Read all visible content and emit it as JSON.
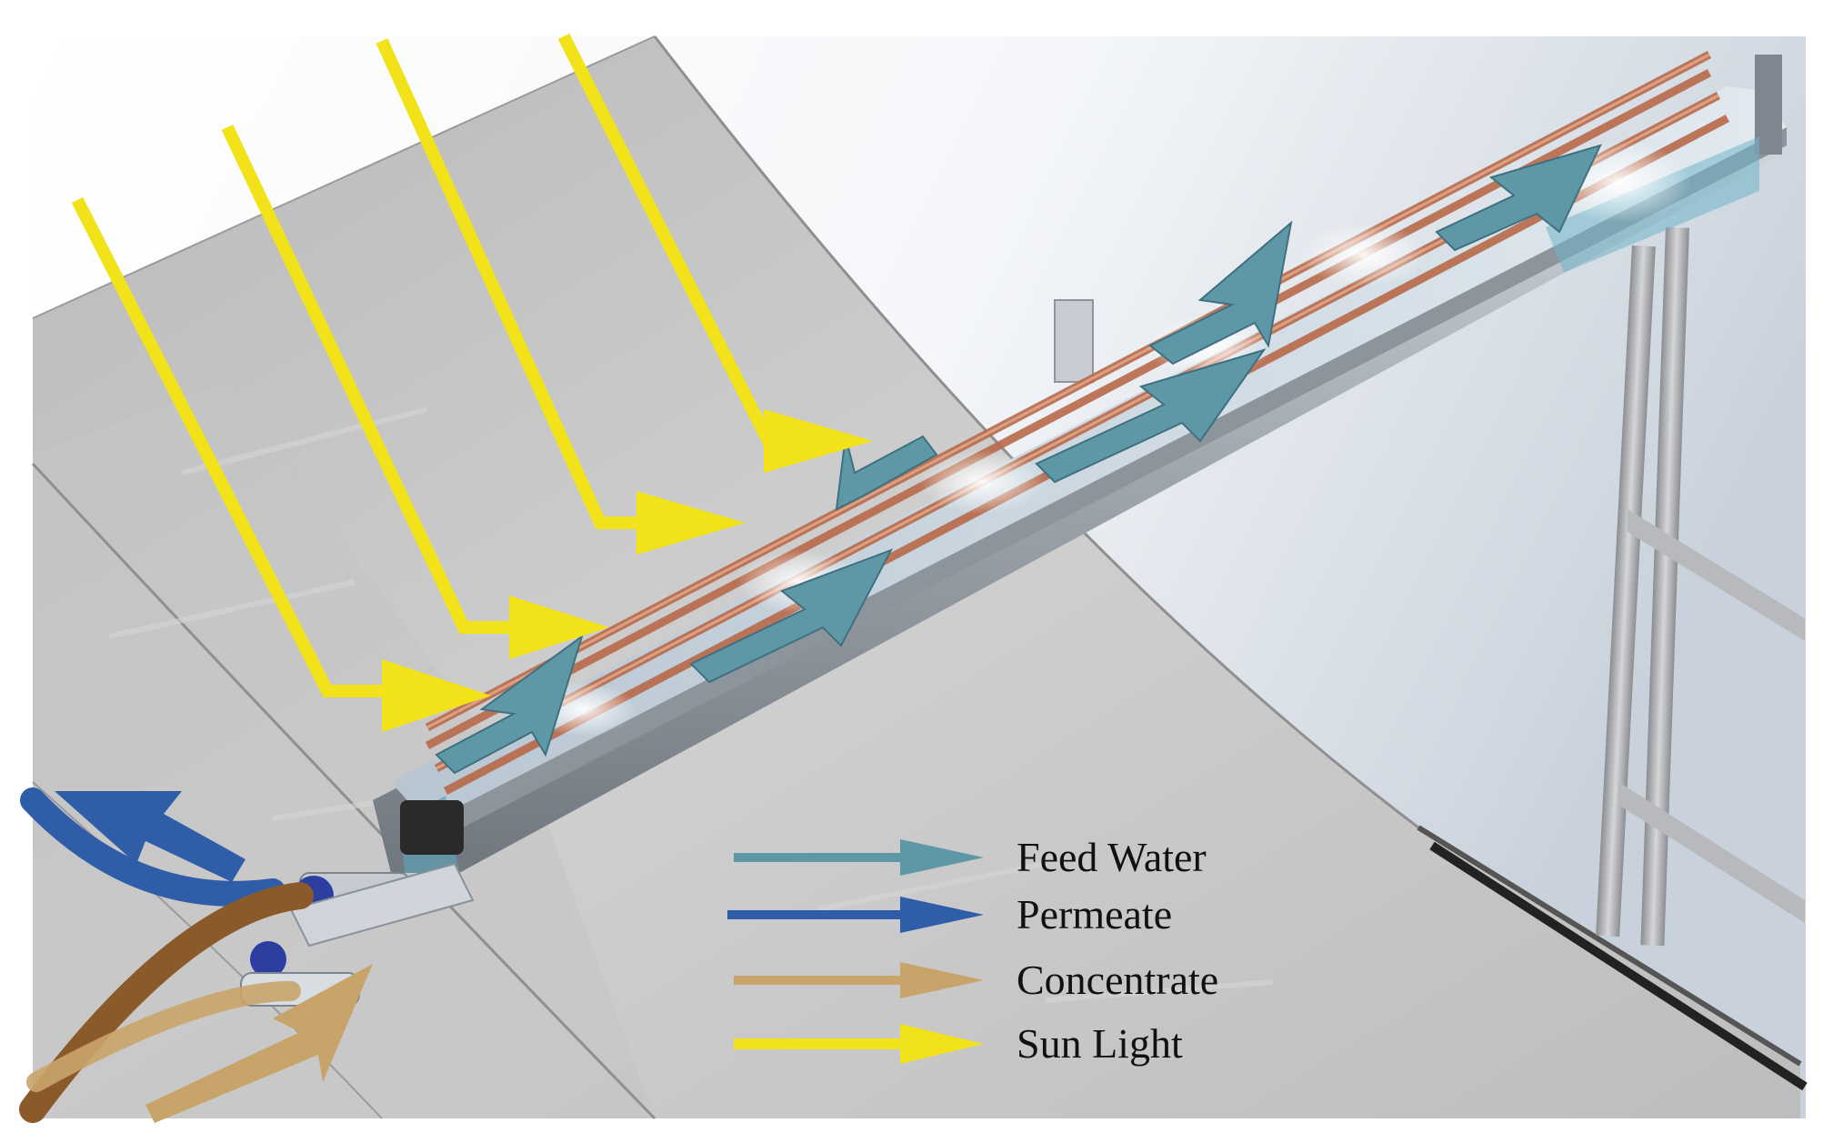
{
  "legend": {
    "items": [
      {
        "label": "Feed Water",
        "color": "#5e98a6"
      },
      {
        "label": "Permeate",
        "color": "#2f5da8"
      },
      {
        "label": "Concentrate",
        "color": "#c9a46a"
      },
      {
        "label": "Sun Light",
        "color": "#f2e21a"
      }
    ]
  },
  "colors": {
    "sunlight": "#f2e21a",
    "feed_water": "#5e98a6",
    "permeate_hose": "#2f5da8",
    "concentrate_hose": "#8b5a2b",
    "copper_tube": "#b86a4a",
    "mirror": "#c9c9c9",
    "frame": "#a9aaac"
  }
}
